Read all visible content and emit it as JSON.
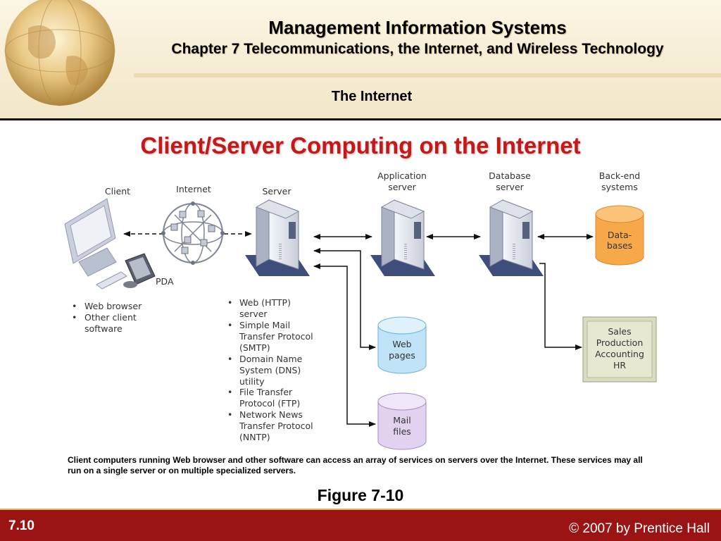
{
  "header": {
    "title": "Management Information Systems",
    "subtitle": "Chapter 7 Telecommunications, the Internet, and Wireless Technology",
    "section": "The Internet"
  },
  "slide": {
    "title": "Client/Server Computing on the Internet"
  },
  "diagram": {
    "client_label": "Client",
    "internet_label": "Internet",
    "server_label": "Server",
    "app_server_label": [
      "Application",
      "server"
    ],
    "db_server_label": [
      "Database",
      "server"
    ],
    "backend_label": [
      "Back-end",
      "systems"
    ],
    "pda_label": "PDA",
    "databases_label": [
      "Data-",
      "bases"
    ],
    "web_pages_label": [
      "Web",
      "pages"
    ],
    "mail_files_label": [
      "Mail",
      "files"
    ],
    "backend_box_lines": [
      "Sales",
      "Production",
      "Accounting",
      "HR"
    ],
    "client_bullets": [
      [
        "Web browser"
      ],
      [
        "Other client",
        "software"
      ]
    ],
    "server_bullets": [
      [
        "Web (HTTP)",
        "server"
      ],
      [
        "Simple Mail",
        "Transfer Protocol",
        "(SMTP)"
      ],
      [
        "Domain Name",
        "System (DNS)",
        "utility"
      ],
      [
        "File Transfer",
        "Protocol (FTP)"
      ],
      [
        "Network News",
        "Transfer Protocol",
        "(NNTP)"
      ]
    ]
  },
  "caption": "Client computers running Web browser and other software can access an array of services on servers over the Internet. These services may all run on a single server or on multiple specialized servers.",
  "figure_label": "Figure 7-10",
  "footer": {
    "slide_number": "7.10",
    "copyright": "© 2007 by Prentice Hall"
  },
  "colors": {
    "title_red": "#c01a1a",
    "footer_red": "#9b1414",
    "database_orange": "#f7a94a",
    "web_cylinder_blue": "#bfe3f7",
    "mail_cylinder_purple": "#e1d3ef",
    "backend_box": "#d9dcc0"
  }
}
